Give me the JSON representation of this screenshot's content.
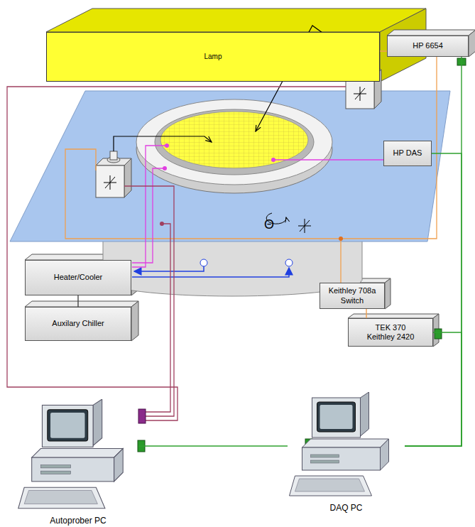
{
  "diagram": {
    "nodes": [
      {
        "text": [
          "Lamp"
        ]
      },
      {
        "text": [
          "HP 6654"
        ]
      },
      {
        "text": [
          "HP DAS"
        ]
      },
      {
        "text": [
          "Heater/Cooler"
        ]
      },
      {
        "text": [
          "Auxilary Chiller"
        ]
      },
      {
        "text": [
          "Keithley 708a Switch"
        ]
      },
      {
        "text": [
          "TEK 370 Keithley 2420"
        ]
      },
      {
        "text": [
          "Autoprober PC"
        ]
      },
      {
        "text": [
          "DAQ PC"
        ]
      }
    ],
    "edges": [
      {
        "from": 1,
        "to": 8,
        "arrow": "none"
      },
      {
        "from": 2,
        "to": 8,
        "arrow": "none"
      },
      {
        "from": 6,
        "to": 8,
        "arrow": "none"
      },
      {
        "from": 7,
        "to": 8,
        "arrow": "none"
      },
      {
        "from": 5,
        "to": 6,
        "arrow": "none"
      },
      {
        "from": 3,
        "to": 4,
        "arrow": "none"
      }
    ],
    "labels": [
      "Θ"
    ]
  }
}
